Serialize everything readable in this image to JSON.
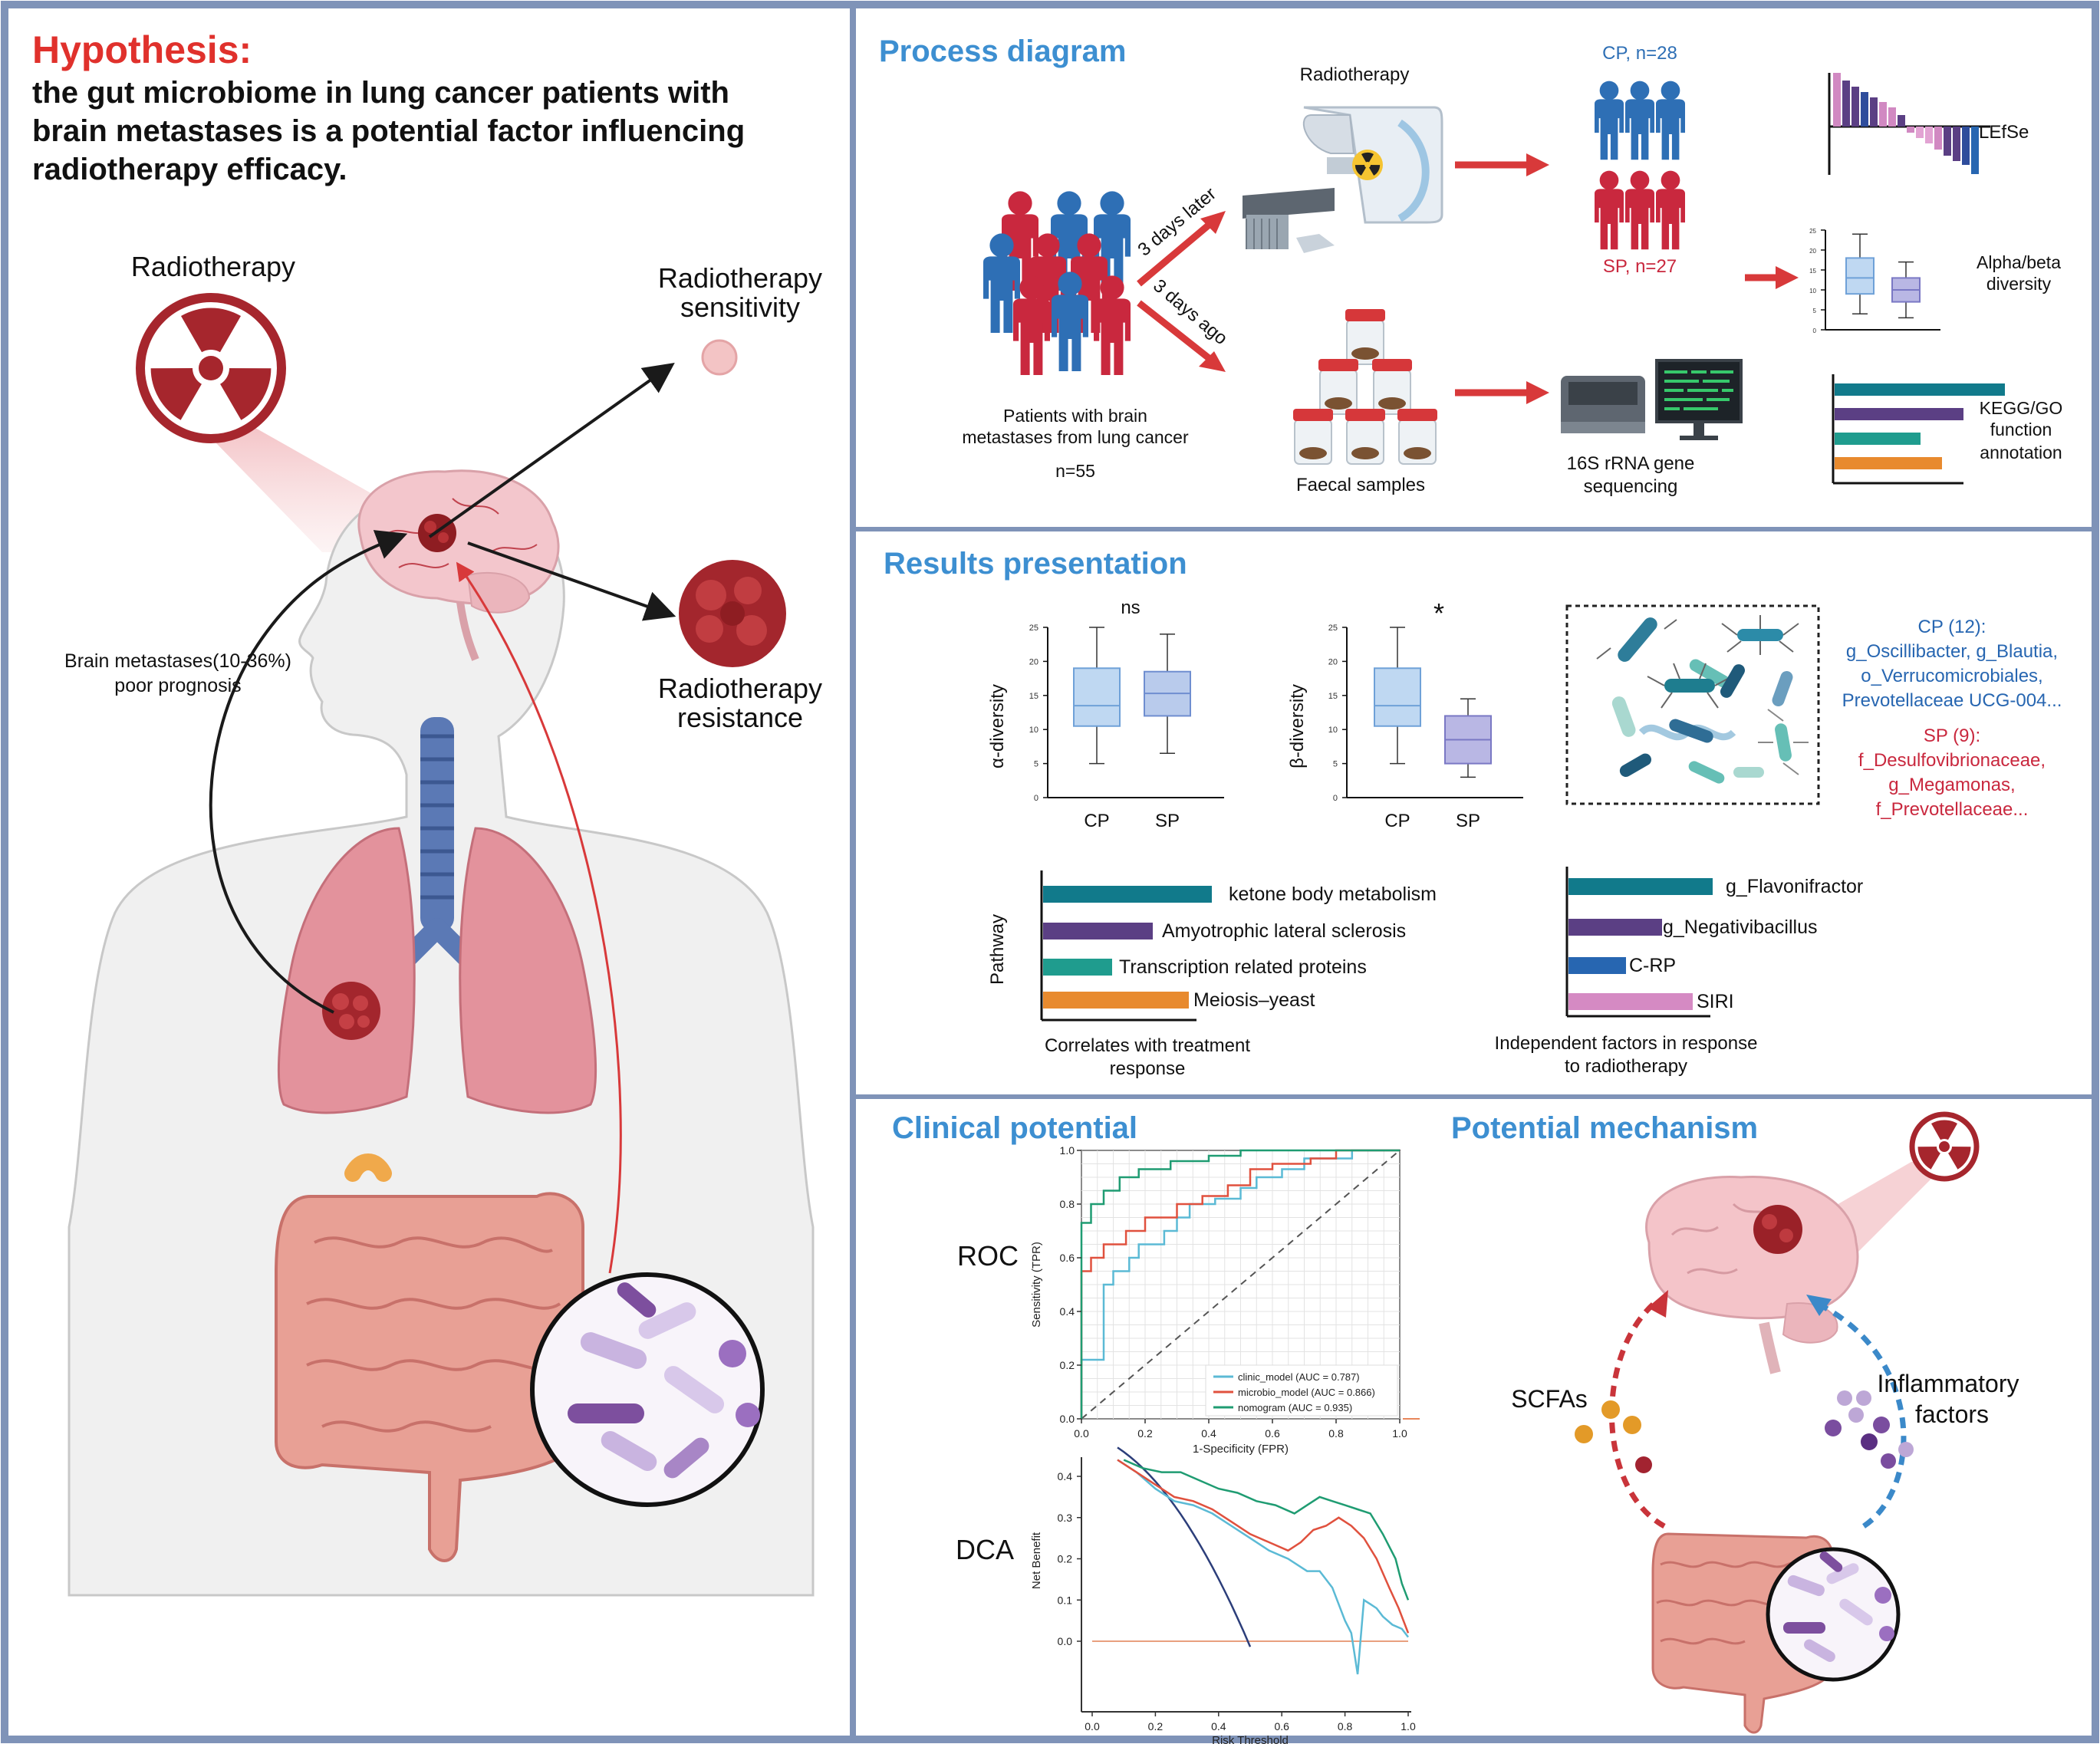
{
  "hypothesis": {
    "label": "Hypothesis",
    "colon": ":",
    "lines": [
      "the gut microbiome in lung cancer patients with",
      "brain metastases is a potential factor influencing",
      "radiotherapy efficacy."
    ]
  },
  "left": {
    "radiotherapy": "Radiotherapy",
    "sensitivity": [
      "Radiotherapy",
      "sensitivity"
    ],
    "resistance": [
      "Radiotherapy",
      "resistance"
    ],
    "brain_mets": [
      "Brain metastases(10-36%)",
      "poor prognosis"
    ]
  },
  "process": {
    "title": "Process diagram",
    "radiotherapy": "Radiotherapy",
    "cp": "CP, n=28",
    "sp": "SP, n=27",
    "later": "3 days later",
    "ago": "3 days ago",
    "patients": [
      "Patients with brain",
      "metastases from lung cancer"
    ],
    "n": "n=55",
    "faecal": "Faecal samples",
    "seq": [
      "16S rRNA gene",
      "sequencing"
    ],
    "lefse": "LEfSe",
    "alpha": [
      "Alpha/beta",
      "diversity"
    ],
    "kegg": [
      "KEGG/GO",
      "function",
      "annotation"
    ],
    "mini_ticks": [
      "25",
      "20",
      "15",
      "10",
      "5",
      "0"
    ]
  },
  "results": {
    "title": "Results presentation",
    "alpha_label": "α-diversity",
    "beta_label": "β-diversity",
    "ns": "ns",
    "star": "*",
    "cp": "CP",
    "sp": "SP",
    "ticks": [
      "25",
      "20",
      "15",
      "10",
      "5",
      "0"
    ],
    "cp_title": "CP (12):",
    "cp_taxa": [
      "g_Oscillibacter, g_Blautia,",
      "o_Verrucomicrobiales,",
      "Prevotellaceae UCG-004..."
    ],
    "sp_title": "SP (9):",
    "sp_taxa": [
      "f_Desulfovibrionaceae,",
      "g_Megamonas,",
      "f_Prevotellaceae..."
    ],
    "pathway_axis": "Pathway",
    "pathways": [
      "ketone body metabolism",
      "Amyotrophic lateral sclerosis",
      "Transcription related proteins",
      "Meiosis–yeast"
    ],
    "pathway_caption": [
      "Correlates with treatment",
      "response"
    ],
    "factors": [
      "g_Flavonifractor",
      "g_Negativibacillus",
      "C-RP",
      "SIRI"
    ],
    "factor_caption": [
      "Independent factors in response",
      "to radiotherapy"
    ]
  },
  "clinical": {
    "title": "Clinical potential",
    "roc": "ROC",
    "dca": "DCA",
    "roc_ylabel": "Sensitivity (TPR)",
    "roc_xlabel": "1-Specificity (FPR)",
    "roc_yticks": [
      "1.0",
      "0.8",
      "0.6",
      "0.4",
      "0.2",
      "0.0"
    ],
    "roc_xticks": [
      "0.0",
      "0.2",
      "0.4",
      "0.6",
      "0.8",
      "1.0"
    ],
    "legend": [
      "clinic_model (AUC = 0.787)",
      "microbio_model (AUC = 0.866)",
      "nomogram (AUC = 0.935)"
    ],
    "dca_ylabel": "Net Benefit",
    "dca_xlabel": "Risk Threshold",
    "dca_yticks": [
      "0.4",
      "0.3",
      "0.2",
      "0.1",
      "0.0"
    ],
    "dca_xticks": [
      "0.0",
      "0.2",
      "0.4",
      "0.6",
      "0.8",
      "1.0"
    ]
  },
  "mechanism": {
    "title": "Potential mechanism",
    "scfa": "SCFAs",
    "inflammatory": [
      "Inflammatory",
      "factors"
    ]
  },
  "colors": {
    "frame": "#7f93b8",
    "title_blue": "#3d8fd1",
    "red_text": "#e0312c",
    "cp_blue": "#2e6fb5",
    "sp_red": "#c9283e",
    "teal": "#117a8b",
    "purple": "#5b3f84",
    "green_teal": "#1f9c8e",
    "orange": "#e88a2e",
    "pink": "#d58ac3",
    "mid_blue": "#2766b1"
  }
}
